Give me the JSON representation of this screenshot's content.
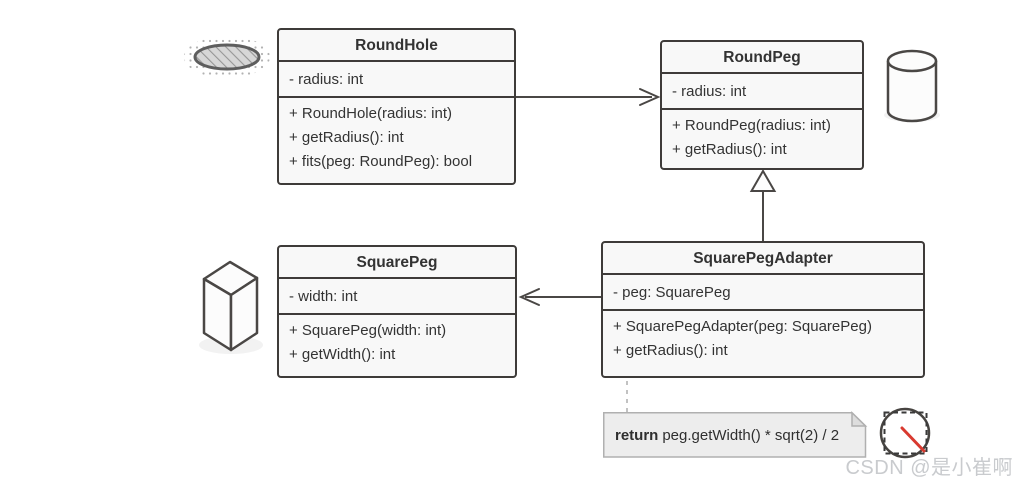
{
  "diagram": {
    "classes": [
      {
        "title": "RoundHole",
        "attributes": [
          "- radius: int"
        ],
        "methods": [
          "+ RoundHole(radius: int)",
          "+ getRadius(): int",
          "+ fits(peg: RoundPeg): bool"
        ]
      },
      {
        "title": "RoundPeg",
        "attributes": [
          "- radius: int"
        ],
        "methods": [
          "+ RoundPeg(radius: int)",
          "+ getRadius(): int"
        ]
      },
      {
        "title": "SquarePeg",
        "attributes": [
          "- width: int"
        ],
        "methods": [
          "+ SquarePeg(width: int)",
          "+ getWidth(): int"
        ]
      },
      {
        "title": "SquarePegAdapter",
        "attributes": [
          "- peg: SquarePeg"
        ],
        "methods": [
          "+ SquarePegAdapter(peg: SquarePeg)",
          "+ getRadius(): int"
        ]
      }
    ],
    "note": {
      "keyword": "return",
      "expression": "peg.getWidth() * sqrt(2) / 2"
    },
    "relationships": [
      {
        "from": "RoundHole",
        "to": "RoundPeg",
        "type": "association-arrow"
      },
      {
        "from": "SquarePegAdapter",
        "to": "RoundPeg",
        "type": "inheritance-hollow-triangle"
      },
      {
        "from": "SquarePegAdapter",
        "to": "SquarePeg",
        "type": "association-arrow"
      },
      {
        "from": "SquarePegAdapter",
        "to": "note",
        "type": "dashed-connector"
      }
    ],
    "icons": [
      {
        "name": "round-hole-icon",
        "depicts": "hatched ellipse (hole)"
      },
      {
        "name": "round-peg-cylinder-icon",
        "depicts": "cylinder"
      },
      {
        "name": "square-peg-cuboid-icon",
        "depicts": "rectangular prism"
      },
      {
        "name": "adapter-icon",
        "depicts": "circle with dashed square and red line"
      }
    ],
    "colors": {
      "line": "#4a4745",
      "box_border": "#3e3b39",
      "box_fill": "#f8f8f8",
      "text": "#333333",
      "note_fill": "#ededed",
      "note_border": "#b0b0b0",
      "red_accent": "#d93a30",
      "watermark": "#c6c8cb"
    },
    "watermark": "CSDN @是小崔啊"
  }
}
